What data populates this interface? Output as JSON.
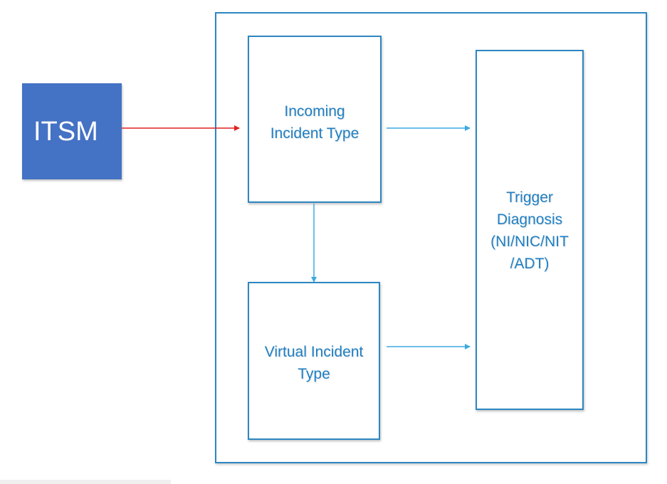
{
  "nodes": {
    "itsm": {
      "label": "ITSM"
    },
    "incoming": {
      "lines": [
        "Incoming",
        "Incident Type"
      ]
    },
    "virtual": {
      "lines": [
        "Virtual Incident",
        "Type"
      ]
    },
    "trigger": {
      "lines": [
        "Trigger",
        "Diagnosis",
        "(NI/NIC/NIT",
        "/ADT)"
      ]
    }
  },
  "colors": {
    "itsm_fill": "#4472C4",
    "box_border": "#2E86C1",
    "text": "#1F80C4",
    "arrow_blue": "#3DA9E0",
    "arrow_red": "#E02020"
  }
}
